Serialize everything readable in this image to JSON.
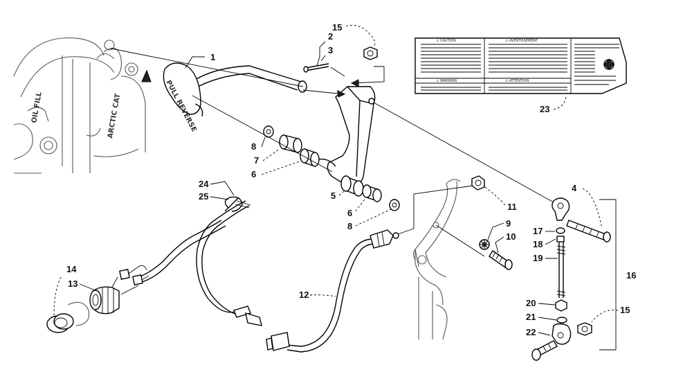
{
  "diagram": {
    "callouts": [
      "1",
      "2",
      "3",
      "4",
      "5",
      "6",
      "6",
      "7",
      "8",
      "8",
      "9",
      "10",
      "11",
      "12",
      "13",
      "14",
      "15",
      "15",
      "16",
      "17",
      "18",
      "19",
      "20",
      "21",
      "22",
      "23",
      "24",
      "25"
    ],
    "handle_text": "PULL REVERSE",
    "hood_text": "ARCTIC CAT",
    "oil_text": "OIL FILL",
    "decal_heading_1": "⚠ CAUTION",
    "decal_heading_2": "⚠ AVERTISSEMENT",
    "decal_heading_3": "⚠ WARNING",
    "decal_heading_4": "⚠ ATTENTION"
  }
}
